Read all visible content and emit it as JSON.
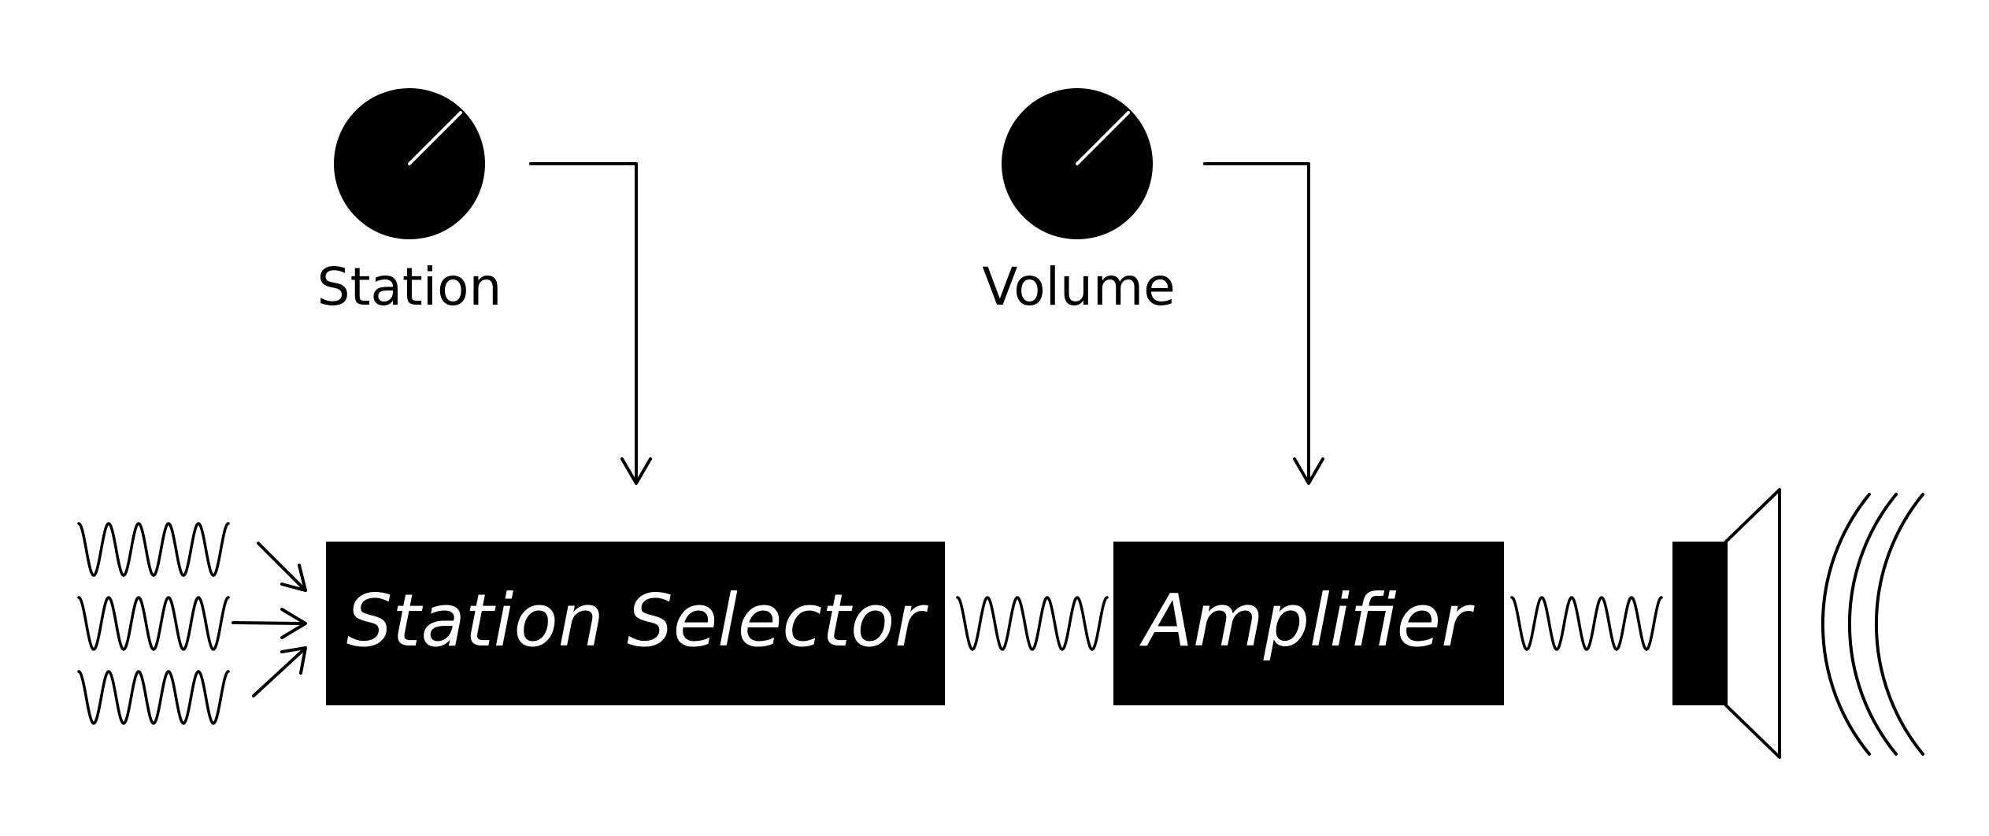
{
  "knobs": [
    {
      "label": "Station",
      "icon": "knob-icon"
    },
    {
      "label": "Volume",
      "icon": "knob-icon"
    }
  ],
  "blocks": [
    {
      "label": "Station Selector"
    },
    {
      "label": "Amplifier"
    }
  ],
  "icons": {
    "input_signals": "sine-wave-icon",
    "speaker": "speaker-icon",
    "sound_waves": "sound-wave-icon"
  },
  "colors": {
    "foreground": "#000000",
    "background": "#ffffff",
    "block_text": "#ffffff"
  }
}
